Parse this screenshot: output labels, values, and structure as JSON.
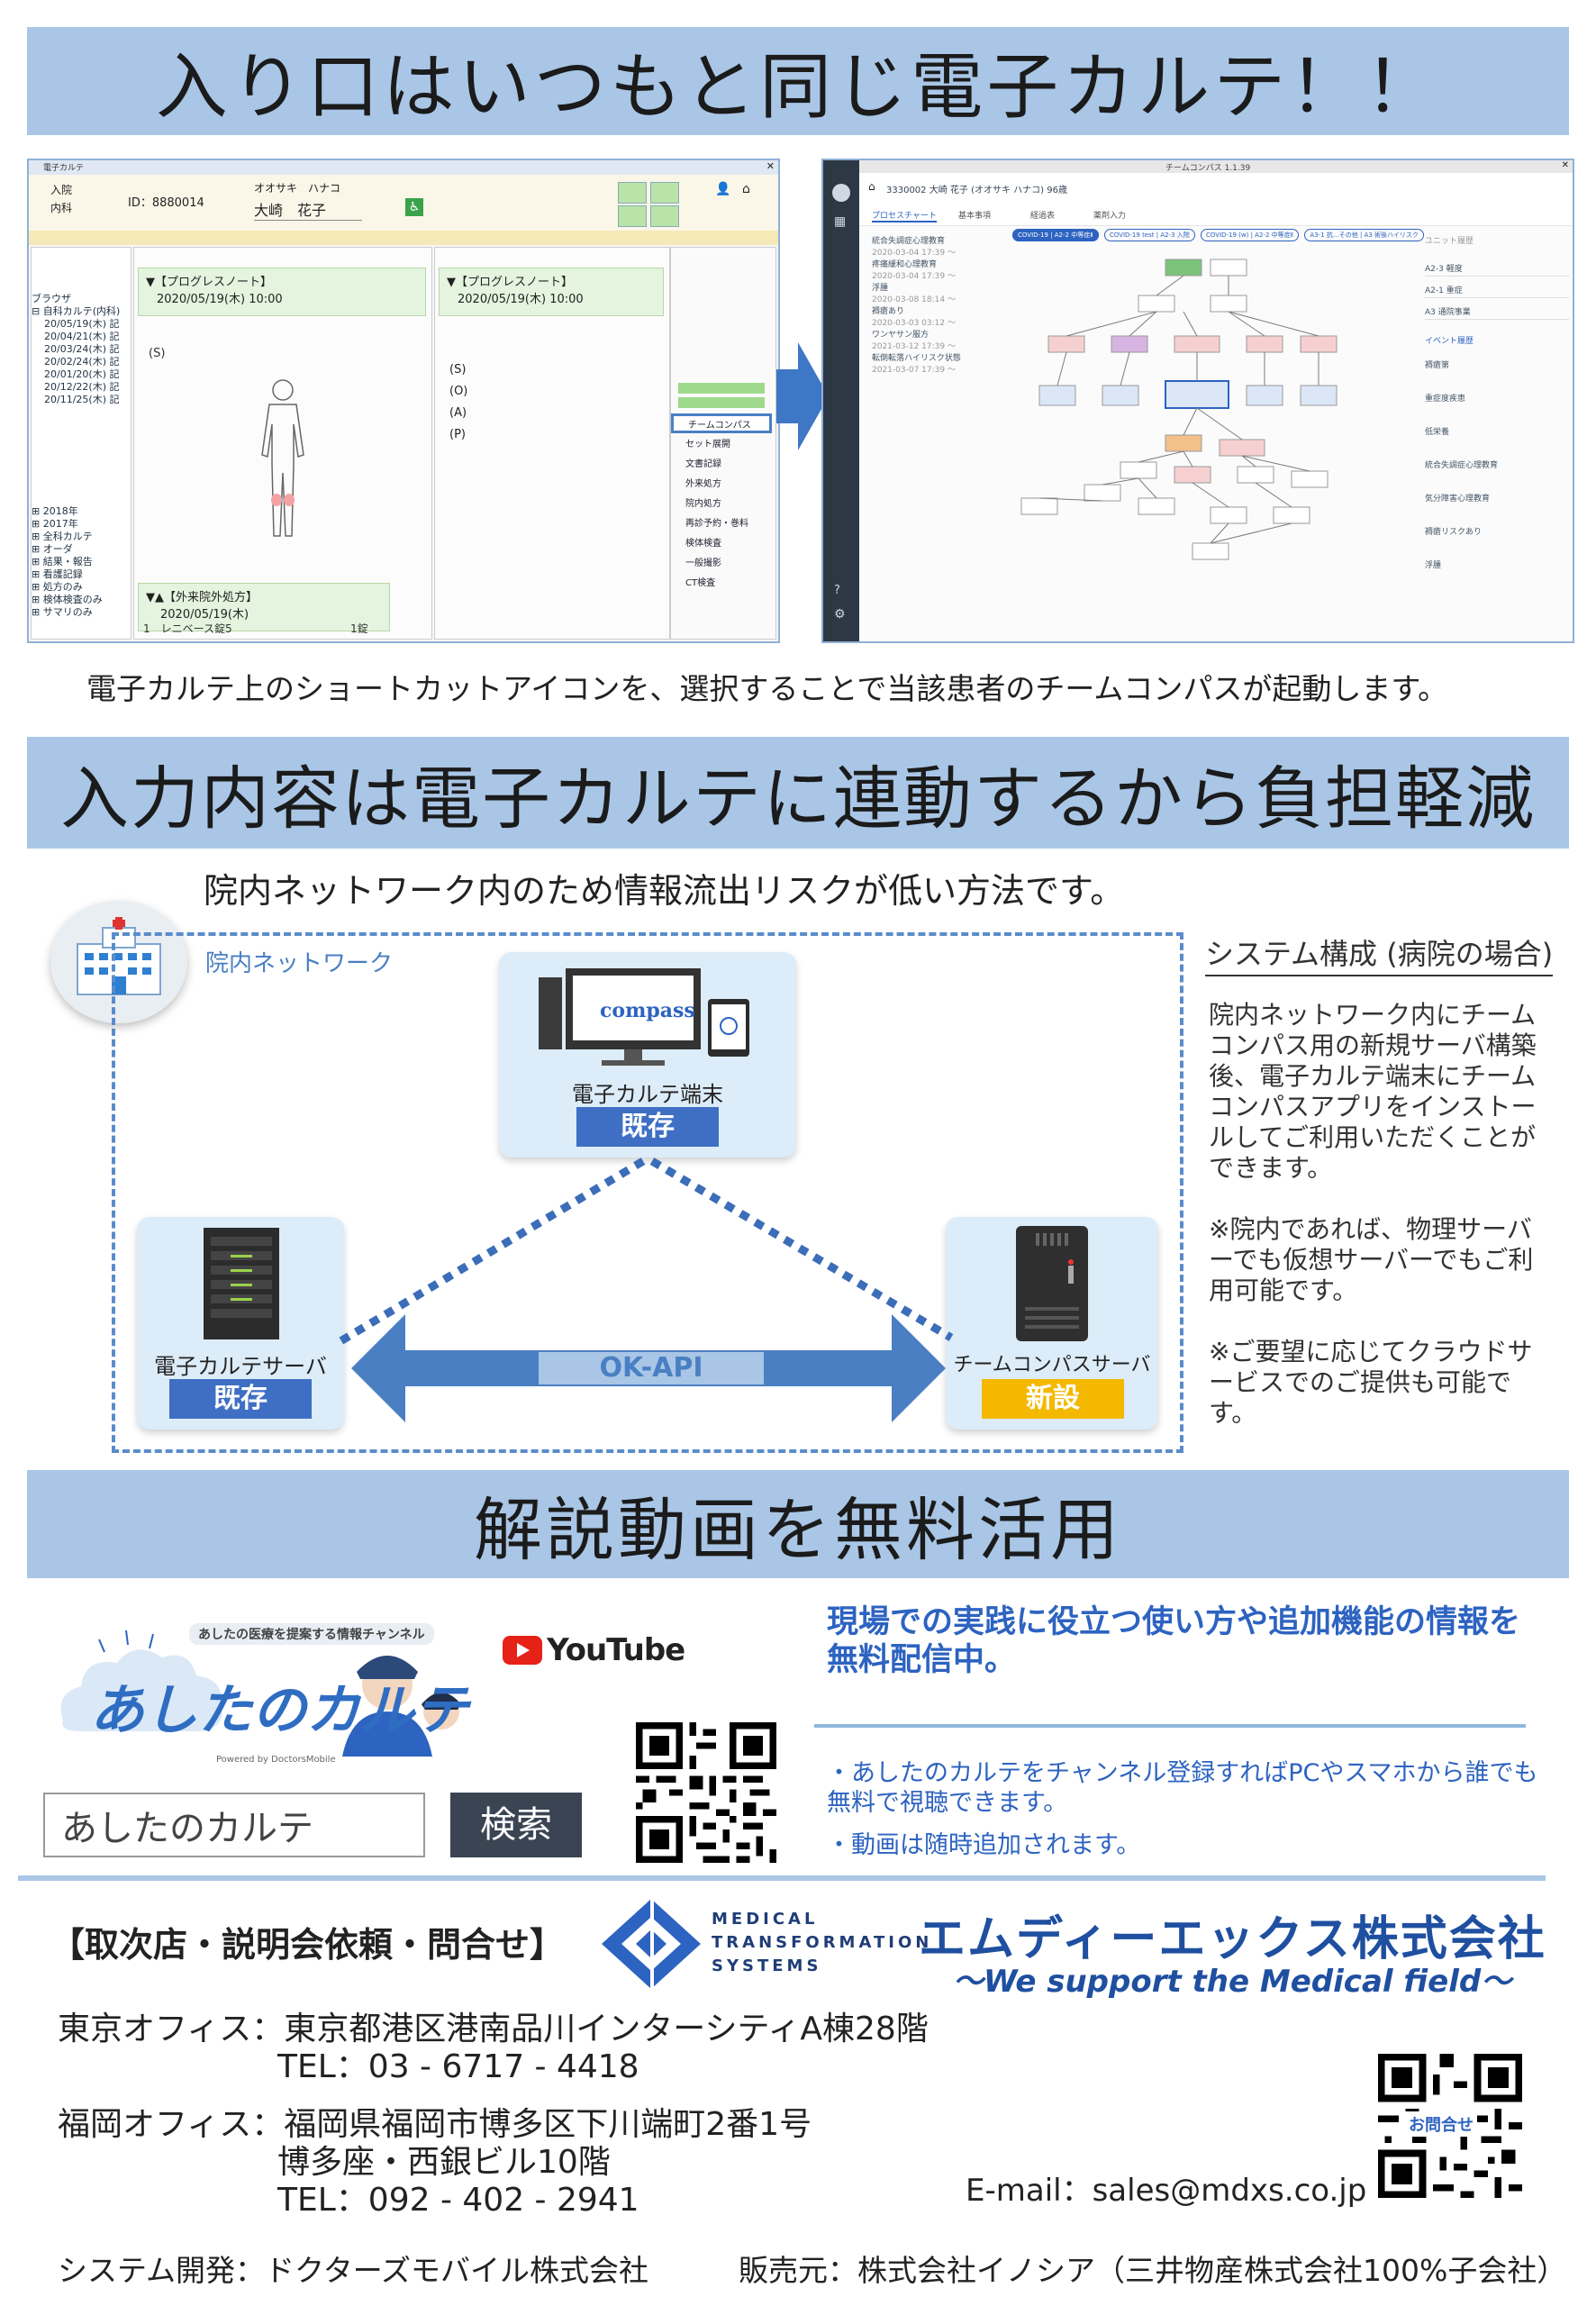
{
  "section1": {
    "title": "入り口はいつもと同じ電子カルテ！！",
    "caption": "電子カルテ上のショートカットアイコンを、選択することで当該患者のチームコンパスが起動します。"
  },
  "emr": {
    "window_title": "電子カルテ",
    "dept": "入院",
    "ward": "内科",
    "patient_id": "ID：8880014",
    "kana": "オオサキ　ハナコ",
    "name": "大崎　花子",
    "progress_left_title": "▼【プログレスノート】",
    "progress_left_date": "2020/05/19(木) 10:00",
    "progress_right_title": "▼【プログレスノート】",
    "progress_right_date": "2020/05/19(木) 10:00",
    "soap": [
      "(S)",
      "(O)",
      "(A)",
      "(P)"
    ],
    "left_s": "(S)",
    "rx_title": "▼▲【外来院外処方】",
    "rx_date": "2020/05/19(木)",
    "rx_line": "1　レニベース錠5",
    "rx_qty": "1錠",
    "tree_label": "ブラウザ",
    "tree_root": "⊟ 自科カルテ(内科)",
    "tree_items": [
      "20/05/19(木) 記",
      "20/04/21(木) 記",
      "20/03/24(木) 記",
      "20/02/24(木) 記",
      "20/01/20(木) 記",
      "20/12/22(木) 記",
      "20/11/25(木) 記"
    ],
    "tree_bottom": [
      "⊞ 2018年",
      "⊞ 2017年",
      "⊞ 全科カルテ",
      "⊞ オーダ",
      "⊞ 結果・報告",
      "⊞ 看護記録",
      "⊞ 処方のみ",
      "⊞ 検体検査のみ",
      "⊞ サマリのみ"
    ],
    "tools": [
      "チームコンパス",
      "セット展開",
      "文書記録",
      "外来処方",
      "院内処方",
      "再診予約・巻料",
      "検体検査",
      "一般撮影",
      "CT検査"
    ]
  },
  "compass": {
    "window_title": "チームコンパス 1.1.39",
    "patient": "3330002 大崎 花子 (オオサキ ハナコ) 96歳",
    "tabs": [
      "プロセスチャート",
      "基本事項",
      "経過表",
      "薬剤入力"
    ],
    "chips": [
      "COVID-19 | A2-2 中等症Ⅱ",
      "COVID-19 test | A2-3 入院",
      "COVID-19 (w) | A2-2 中等症Ⅱ",
      "A3-1 抗…その他 | A3 術後ハイリスク"
    ],
    "history": [
      "統合失調症心理教育",
      "2020-03-04 17:39 〜",
      "疼痛緩和心理教育",
      "2020-03-04 17:39 〜",
      "浮腫",
      "2020-03-08 18:14 〜",
      "褥瘡あり",
      "2020-03-03 03:12 〜",
      "ワンヤサン服方",
      "2021-03-12 17:39 〜",
      "転倒転落ハイリスク状態",
      "2021-03-07 17:39 〜"
    ],
    "unit_label": "ユニット履歴",
    "units": [
      "A2-3 軽度",
      "A2-1 重症",
      "A3 通院事業"
    ],
    "event_label": "イベント履歴",
    "events": [
      "褥瘡第",
      "重症度疾患",
      "低栄養",
      "統合失調症心理教育",
      "気分障害心理教育",
      "褥瘡リスクあり",
      "浮腫"
    ]
  },
  "section2": {
    "title": "入力内容は電子カルテに連動するから負担軽減",
    "subtitle": "院内ネットワーク内のため情報流出リスクが低い方法です。",
    "network_label": "院内ネットワーク",
    "terminal_label": "電子カルテ端末",
    "terminal_badge": "既存",
    "compass_logo": "compass",
    "emr_server_label": "電子カルテサーバ",
    "emr_server_badge": "既存",
    "api_label": "OK-API",
    "team_server_label": "チームコンパスサーバ",
    "team_server_badge": "新設",
    "side_title": "システム構成 (病院の場合)",
    "side_p1": "院内ネットワーク内にチームコンパス用の新規サーバ構築後、電子カルテ端末にチームコンパスアプリをインストールしてご利用いただくことができます。",
    "side_p2": "※院内であれば、物理サーバーでも仮想サーバーでもご利用可能です。",
    "side_p3": "※ご要望に応じてクラウドサービスでのご提供も可能です。"
  },
  "section3": {
    "title": "解説動画を無料活用",
    "channel_tagline": "あしたの医療を提案する情報チャンネル",
    "channel_name": "あしたのカルテ",
    "powered": "Powered by DoctorsMobile",
    "youtube": "YouTube",
    "search_value": "あしたのカルテ",
    "search_button": "検索",
    "headline": "現場での実践に役立つ使い方や追加機能の情報を無料配信中。",
    "bullets": [
      "あしたのカルテをチャンネル登録すればPCやスマホから誰でも無料で視聴できます。",
      "動画は随時追加されます。"
    ]
  },
  "contact": {
    "heading": "【取次店・説明会依頼・問合せ】",
    "mts_lines": [
      "MEDICAL",
      "TRANSFORMATION",
      "SYSTEMS"
    ],
    "company": "エムディーエックス株式会社",
    "tagline": "〜We support the Medical field〜",
    "tokyo_label": "東京オフィス：",
    "tokyo_addr": "東京都港区港南品川インターシティA棟28階",
    "tokyo_tel": "TEL：03 - 6717 - 4418",
    "fukuoka_label": "福岡オフィス：",
    "fukuoka_addr1": "福岡県福岡市博多区下川端町2番1号",
    "fukuoka_addr2": "博多座・西銀ビル10階",
    "fukuoka_tel": "TEL：092 - 402 - 2941",
    "qr_label": "お問合せ",
    "email": "E-mail：sales@mdxs.co.jp",
    "dev": "システム開発：ドクターズモバイル株式会社",
    "seller": "販売元：株式会社イノシア（三井物産株式会社100%子会社）"
  },
  "colors": {
    "banner": "#a9c6e6",
    "accent_blue": "#2d63c1",
    "badge_blue": "#3e6fc4",
    "badge_yellow": "#f5b800",
    "arrow_blue": "#4a7fc3"
  }
}
